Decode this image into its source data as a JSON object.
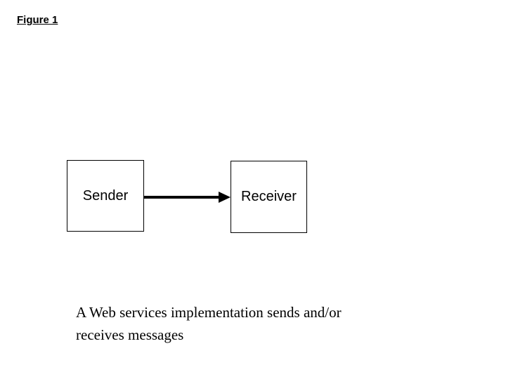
{
  "figure": {
    "label": "Figure 1"
  },
  "diagram": {
    "nodes": [
      {
        "id": "sender",
        "label": "Sender"
      },
      {
        "id": "receiver",
        "label": "Receiver"
      }
    ],
    "sender_label": "Sender",
    "receiver_label": "Receiver",
    "arrow": {
      "from": "Sender",
      "to": "Receiver",
      "direction": "right",
      "color": "#000000"
    }
  },
  "caption": {
    "line1": "A Web services implementation sends and/or",
    "line2": "receives messages"
  },
  "colors": {
    "background": "#ffffff",
    "foreground": "#000000",
    "box_border": "#000000"
  }
}
